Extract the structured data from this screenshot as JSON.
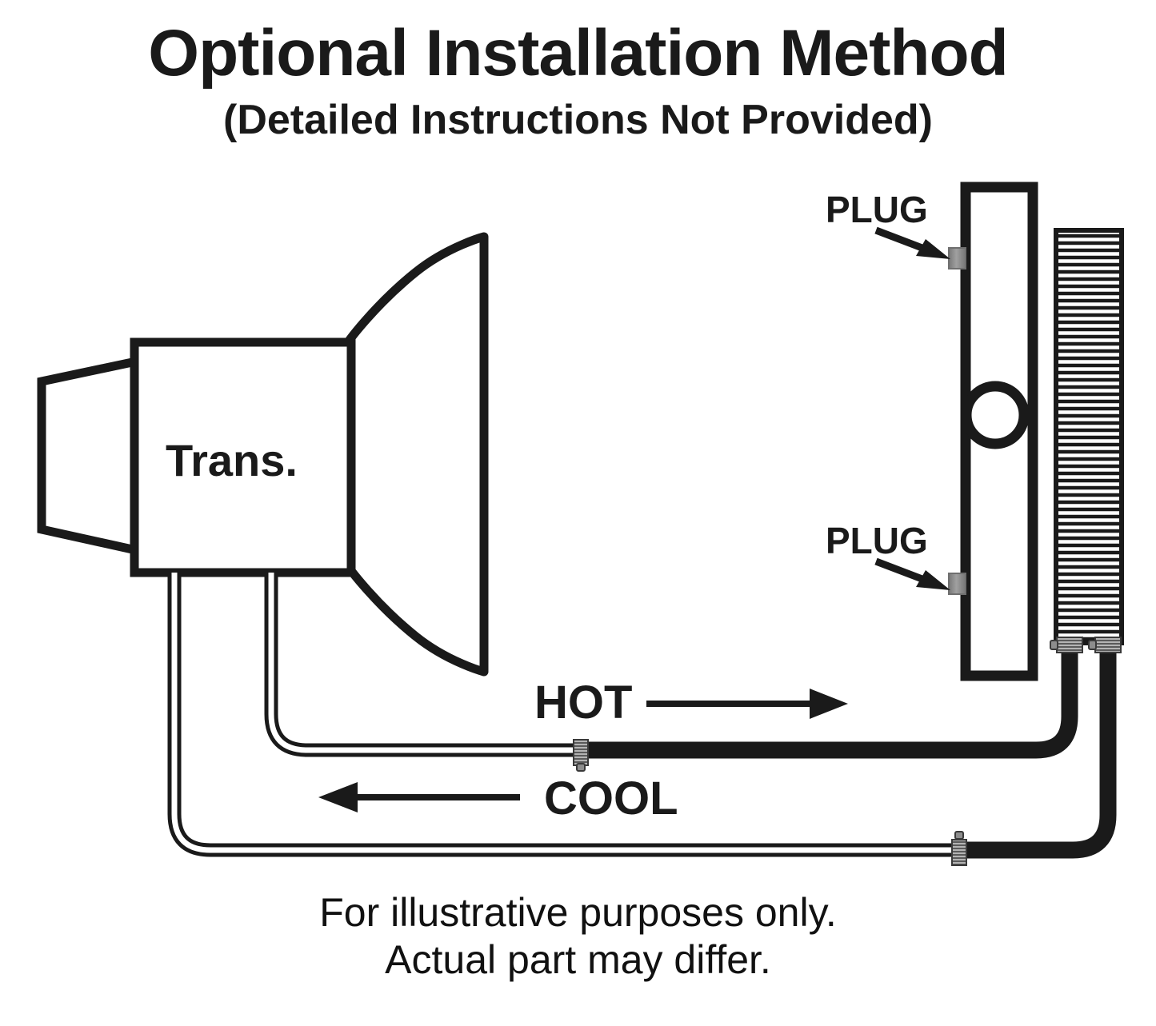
{
  "title": {
    "main": "Optional Installation Method",
    "sub": "(Detailed Instructions Not Provided)"
  },
  "caption": {
    "line1": "For illustrative purposes only.",
    "line2": "Actual part may differ."
  },
  "diagram": {
    "type": "technical-illustration",
    "subject": "transmission oil cooler installation",
    "components": {
      "transmission": {
        "label": "Trans.",
        "description": "transmission housing with tailshaft flange and bellhousing"
      },
      "radiator": {
        "description": "radiator with filler neck opening"
      },
      "cooler": {
        "description": "finned auxiliary transmission cooler core",
        "fin_count": 57
      }
    },
    "labels": {
      "plug_upper": "PLUG",
      "plug_lower": "PLUG",
      "flow_hot": "HOT",
      "flow_cool": "COOL"
    },
    "colors": {
      "line": "#1a1a1a",
      "fill": "#ffffff",
      "plug_fitting": "#8a8a8a",
      "clamp": "#9a9a9a",
      "hose": "#1a1a1a"
    }
  }
}
